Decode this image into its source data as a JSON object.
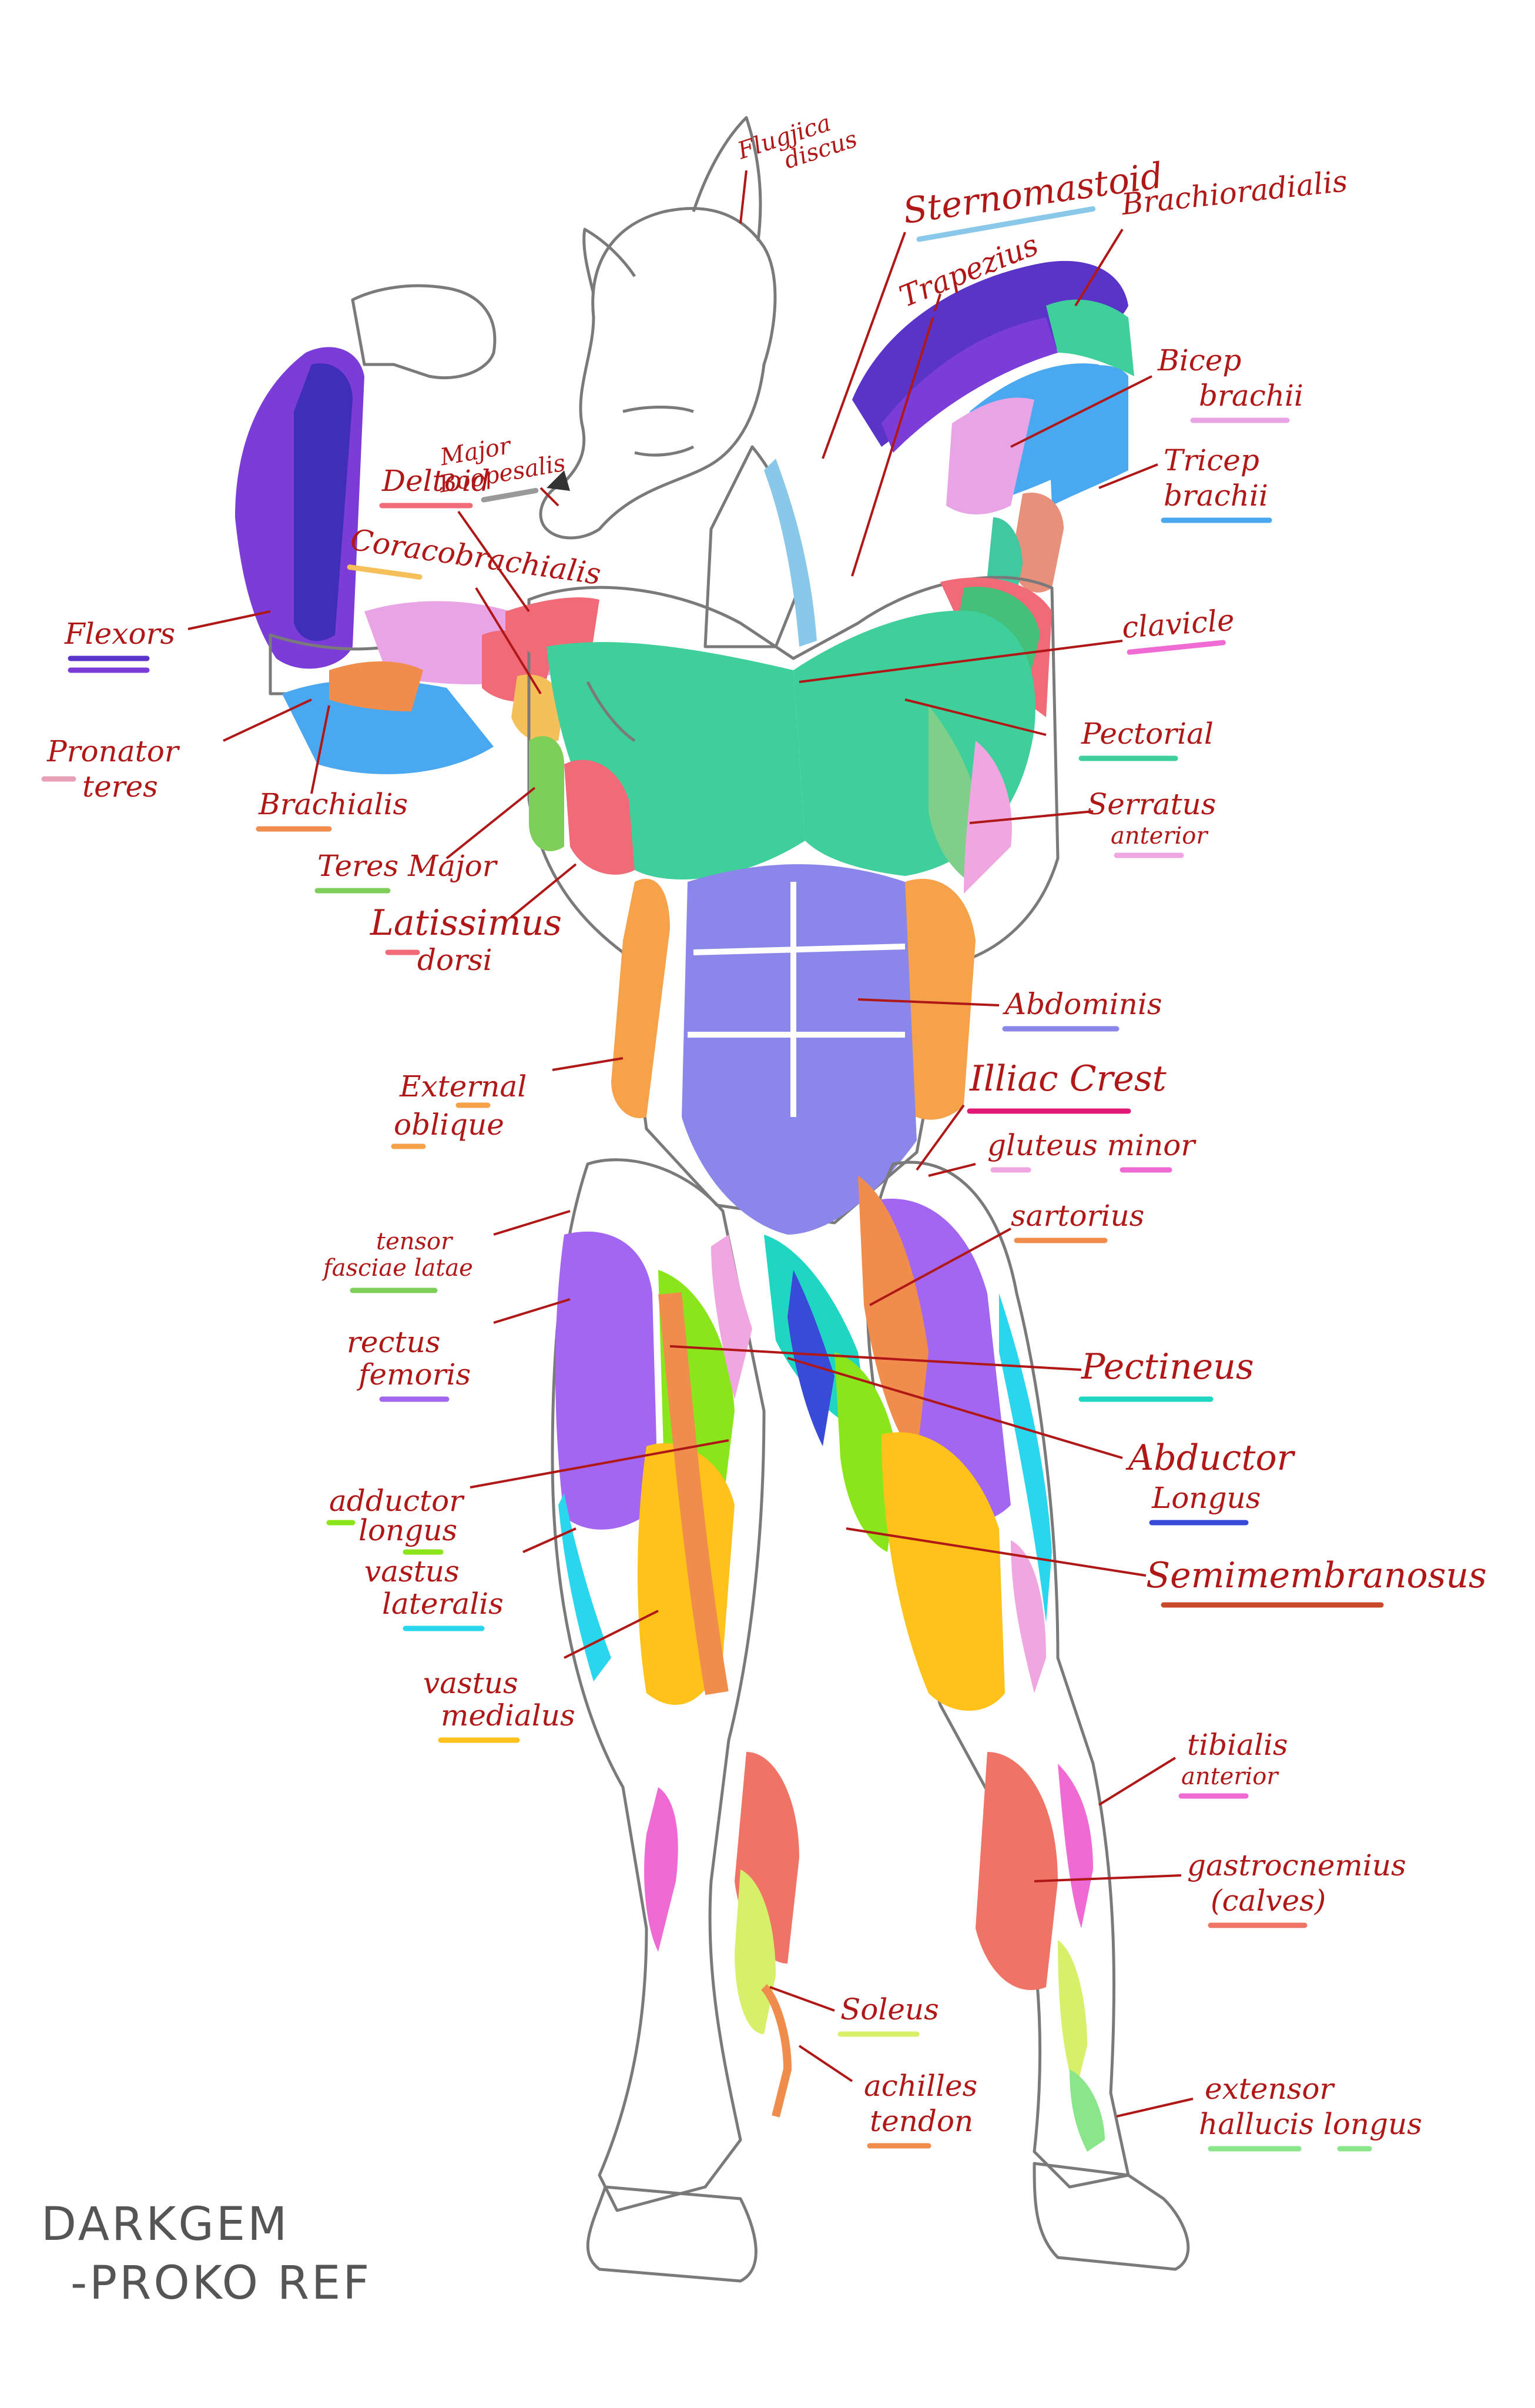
{
  "colors": {
    "label": "#b01818",
    "skin_outline": "#7a7a7a",
    "muscles": {
      "pectorial": "#3fcf9a",
      "abdominis": "#8a86ea",
      "oblique": "#f5a24a",
      "deltoid": "#f06a78",
      "bicep": "#e9a4e6",
      "tricep": "#4aa8f0",
      "flexors": "#5a34c8",
      "thigh_rectus": "#a366f0",
      "vastus_medialis": "#ffc21a",
      "gastrocnemius": "#f07466",
      "soleus": "#d6f06a",
      "sartorius": "#f08c4c",
      "pectineus": "#1fd6c2",
      "adductor": "#8ae61a",
      "lateralis": "#2ad6ee"
    }
  },
  "labels": {
    "flugjica": [
      "Flugjica",
      "discus"
    ],
    "sternomastoid": "Sternomastoid",
    "trapezius": "Trapezius",
    "brachioradialis": "Brachioradialis",
    "bicep": [
      "Bicep",
      "brachii"
    ],
    "tricep": [
      "Tricep",
      "brachii"
    ],
    "major_boopesalis": [
      "Major",
      "Boopesalis"
    ],
    "deltoid": "Deltoid",
    "coracobrachialis": "Coracobrachialis",
    "clavicle": "clavicle",
    "flexors": "Flexors",
    "pronator": [
      "Pronator",
      "teres"
    ],
    "pectorial": "Pectorial",
    "brachialis": "Brachialis",
    "serratus": [
      "Serratus",
      "anterior"
    ],
    "teres_major": "Teres Major",
    "latissimus": [
      "Latissimus",
      "dorsi"
    ],
    "abdominis": "Abdominis",
    "external_oblique": [
      "External",
      "oblique"
    ],
    "illiac_crest": "Illiac Crest",
    "gluteus_minor": "gluteus minor",
    "sartorius": "sartorius",
    "tensor": [
      "tensor",
      "fasciae latae"
    ],
    "rectus_femoris": [
      "rectus",
      "femoris"
    ],
    "pectineus": "Pectineus",
    "abductor_longus": [
      "Abductor",
      "Longus"
    ],
    "adductor_longus": [
      "adductor",
      "longus"
    ],
    "vastus_lateralis": [
      "vastus",
      "lateralis"
    ],
    "semimembranosus": "Semimembranosus",
    "vastus_medialus": [
      "vastus",
      "medialus"
    ],
    "tibialis": [
      "tibialis",
      "anterior"
    ],
    "gastrocnemius": [
      "gastrocnemius",
      "(calves)"
    ],
    "soleus": "Soleus",
    "achilles": [
      "achilles",
      "tendon"
    ],
    "extensor": [
      "extensor",
      "hallucis longus"
    ]
  },
  "signature": [
    "DARKGEM",
    "-PROKO REF"
  ]
}
